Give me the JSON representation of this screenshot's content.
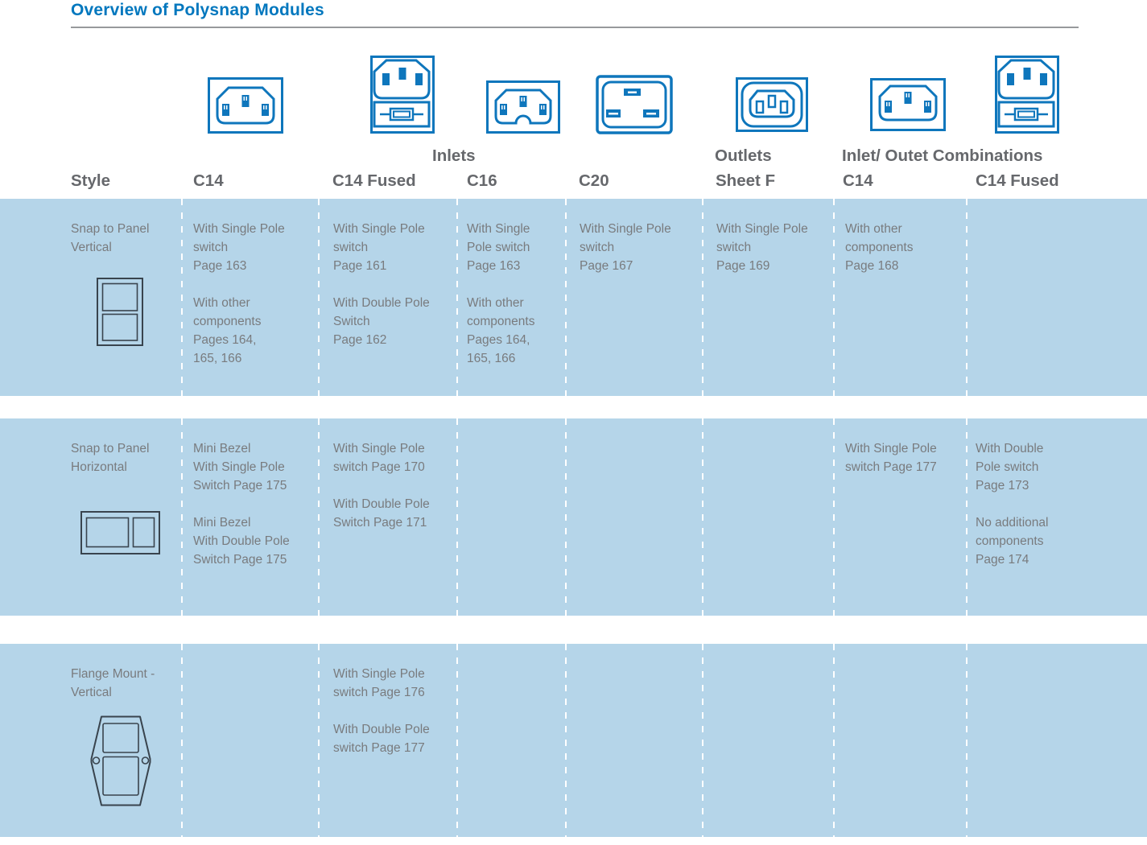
{
  "page": {
    "title": "Overview of Polysnap Modules"
  },
  "colors": {
    "icon_blue": "#0E76BC",
    "title_blue": "#0077BE",
    "row_bg": "#B5D5E9",
    "header_text": "#66686C",
    "body_text": "#797B7E",
    "style_icon": "#39444E",
    "rule_gray": "#97999C"
  },
  "header": {
    "groups": {
      "inlets": "Inlets",
      "outlets": "Outlets",
      "combinations": "Inlet/ Outet Combinations"
    },
    "columns": {
      "style": "Style",
      "c14": "C14",
      "c14_fused": "C14 Fused",
      "c16": "C16",
      "c20": "C20",
      "sheet_f": "Sheet F",
      "combo_c14": "C14",
      "combo_c14_fused": "C14 Fused"
    }
  },
  "icons": {
    "header": [
      "c14-inlet-icon",
      "c14-fused-inlet-icon",
      "c16-inlet-icon",
      "c20-inlet-icon",
      "sheet-f-outlet-icon",
      "combo-c14-icon",
      "combo-c14-fused-icon"
    ],
    "styles": [
      "snap-to-panel-vertical-icon",
      "snap-to-panel-horizontal-icon",
      "flange-mount-vertical-icon"
    ]
  },
  "rows": [
    {
      "style": "Snap to Panel\nVertical",
      "cells": {
        "c14": [
          "With Single Pole\nswitch\nPage 163",
          "With other\ncomponents\nPages 164,\n165, 166"
        ],
        "c14_fused": [
          "With Single Pole\nswitch\nPage 161",
          "With Double Pole\nSwitch\nPage 162"
        ],
        "c16": [
          "With Single\nPole switch\nPage 163",
          "With other\ncomponents\nPages 164,\n165, 166"
        ],
        "c20": [
          "With Single Pole\nswitch\nPage 167"
        ],
        "sheet_f": [
          "With Single Pole\nswitch\nPage 169"
        ],
        "combo_c14": [
          "With other\ncomponents\nPage 168"
        ],
        "combo_c14_fused": []
      }
    },
    {
      "style": "Snap to Panel\nHorizontal",
      "cells": {
        "c14": [
          "Mini Bezel\nWith Single Pole\nSwitch Page 175",
          "Mini Bezel\nWith Double Pole\nSwitch Page 175"
        ],
        "c14_fused": [
          "With Single Pole\nswitch Page 170",
          "With Double Pole\nSwitch Page 171"
        ],
        "c16": [],
        "c20": [],
        "sheet_f": [],
        "combo_c14": [
          "With Single Pole\nswitch Page 177"
        ],
        "combo_c14_fused": [
          "With Double\nPole switch\nPage 173",
          "No additional\ncomponents\nPage 174"
        ]
      }
    },
    {
      "style": "Flange Mount -\nVertical",
      "cells": {
        "c14": [],
        "c14_fused": [
          "With Single Pole\nswitch Page 176",
          "With Double Pole\nswitch Page 177"
        ],
        "c16": [],
        "c20": [],
        "sheet_f": [],
        "combo_c14": [],
        "combo_c14_fused": []
      }
    }
  ]
}
